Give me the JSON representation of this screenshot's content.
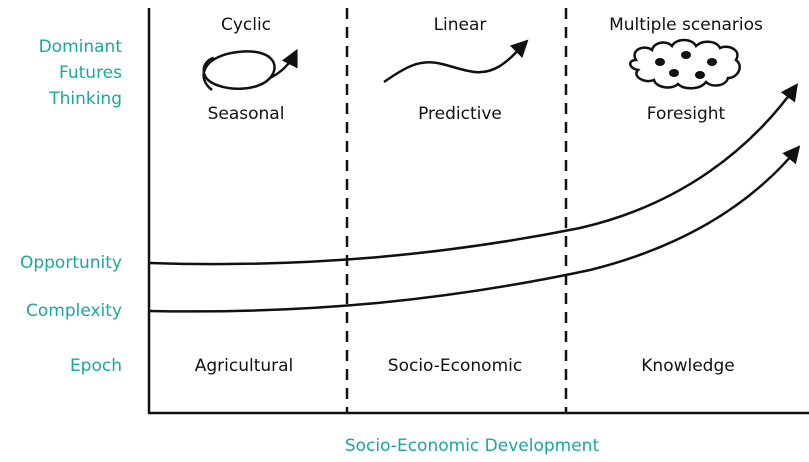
{
  "colors": {
    "accent": "#1aa89a",
    "ink": "#111111"
  },
  "row_labels": {
    "dominant_futures_thinking": [
      "Dominant",
      "Futures",
      "Thinking"
    ],
    "opportunity": "Opportunity",
    "complexity": "Complexity",
    "epoch": "Epoch"
  },
  "x_axis_label": "Socio-Economic Development",
  "columns": [
    {
      "mode": "Cyclic",
      "thinking": "Seasonal",
      "epoch": "Agricultural",
      "icon": "loop-arrow-icon"
    },
    {
      "mode": "Linear",
      "thinking": "Predictive",
      "epoch": "Socio-Economic",
      "icon": "wave-arrow-icon"
    },
    {
      "mode": "Multiple scenarios",
      "thinking": "Foresight",
      "epoch": "Knowledge",
      "icon": "cloud-icon"
    }
  ]
}
